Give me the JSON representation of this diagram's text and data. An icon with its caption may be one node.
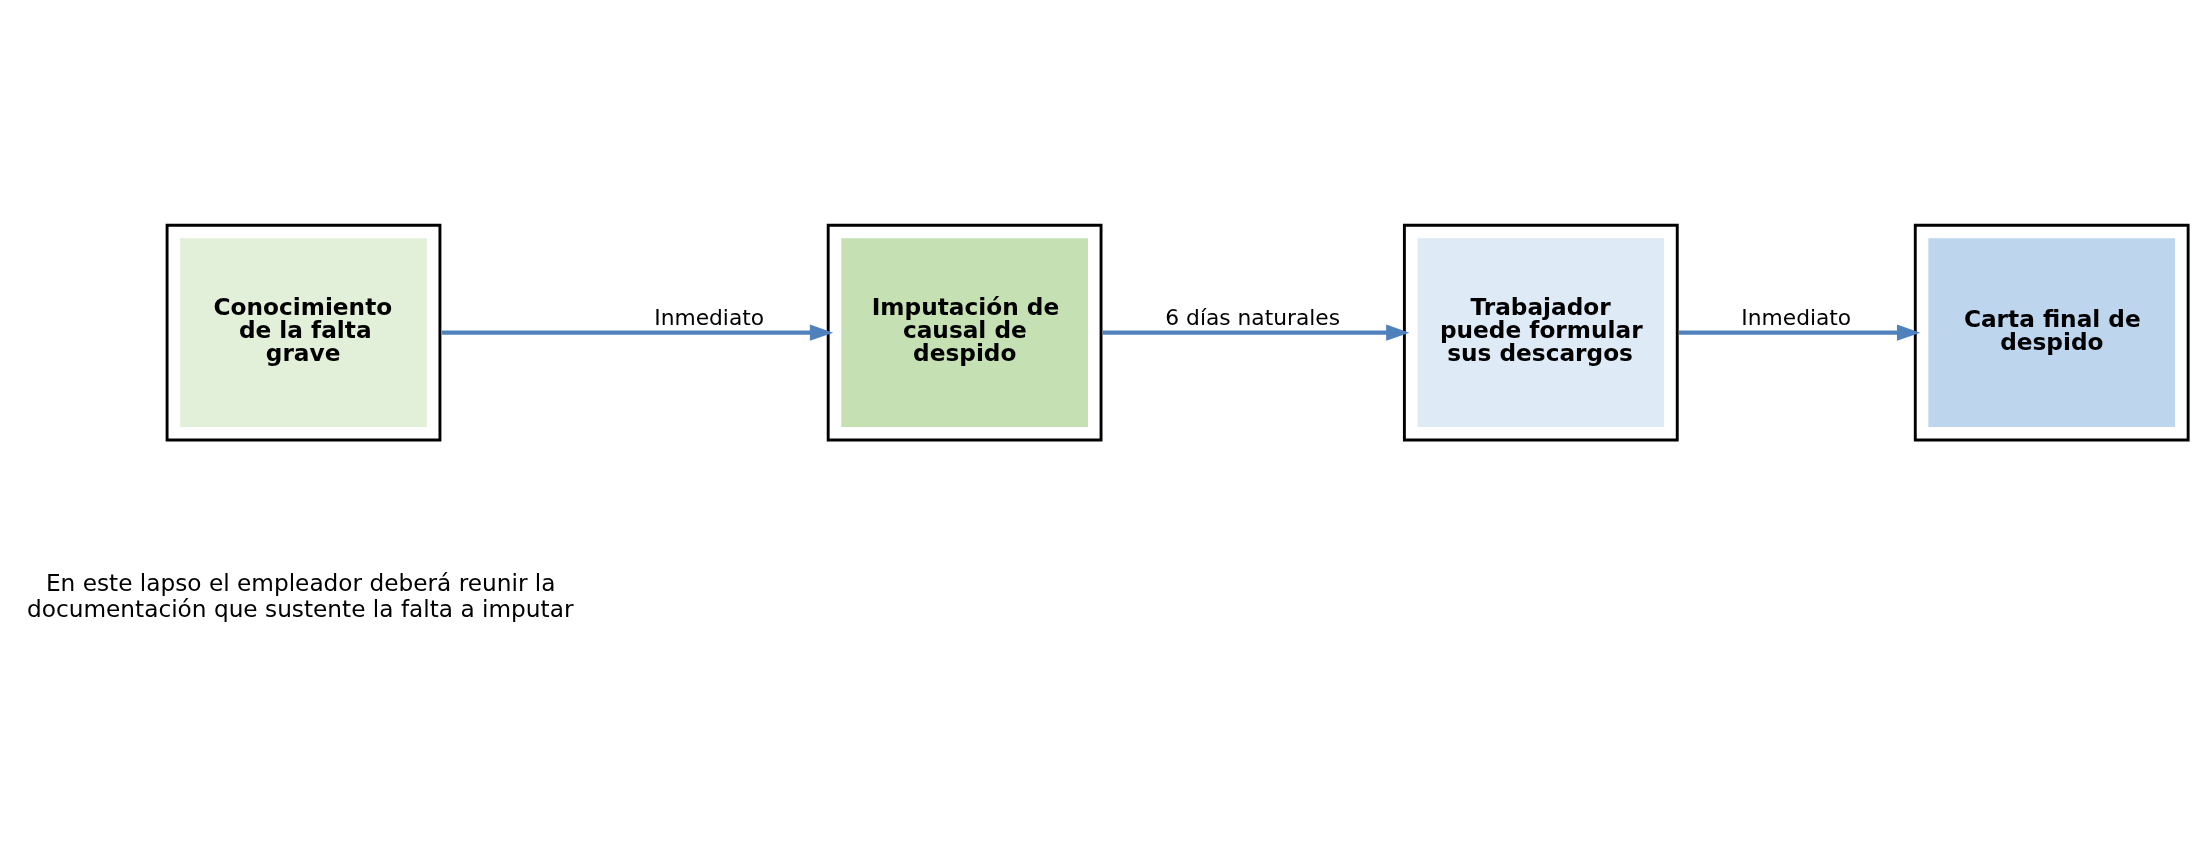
{
  "diagram": {
    "nodes": [
      {
        "text": [
          "Conocimiento de la falta grave"
        ]
      },
      {
        "text": [
          "Imputación de causal de despido"
        ]
      },
      {
        "text": [
          "Trabajador puede formular sus descargos"
        ]
      },
      {
        "text": [
          "Carta final de despido"
        ]
      }
    ],
    "edges": [
      {
        "from": 0,
        "to": 1,
        "arrow": "to",
        "label": "Inmediato"
      },
      {
        "from": 1,
        "to": 2,
        "arrow": "to",
        "label": "6 días naturales"
      },
      {
        "from": 2,
        "to": 3,
        "arrow": "to",
        "label": "Inmediato"
      }
    ],
    "labels": [
      "En este lapso el empleador deberá reunir la documentación que sustente la falta a imputar"
    ]
  }
}
